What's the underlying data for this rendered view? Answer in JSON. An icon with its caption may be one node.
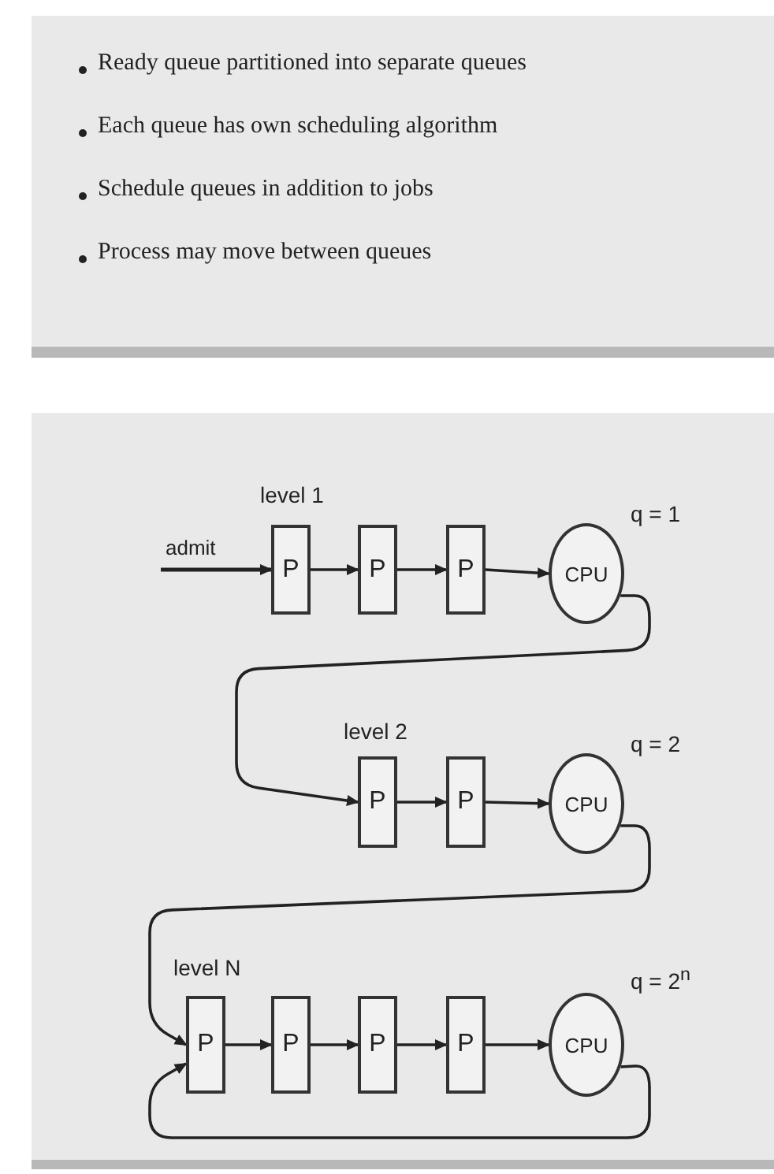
{
  "diagram": {
    "nodes": [
      {
        "text": [
          "Ready queue partitioned into separate queues",
          "Each queue has own scheduling algorithm",
          "Schedule queues in addition to jobs",
          "Process may move between queues"
        ]
      },
      {
        "text": [
          "P"
        ]
      },
      {
        "text": [
          "P"
        ]
      },
      {
        "text": [
          "P"
        ]
      },
      {
        "text": [
          "CPU"
        ]
      },
      {
        "text": [
          "P"
        ]
      },
      {
        "text": [
          "P"
        ]
      },
      {
        "text": [
          "CPU"
        ]
      },
      {
        "text": [
          "P"
        ]
      },
      {
        "text": [
          "P"
        ]
      },
      {
        "text": [
          "P"
        ]
      },
      {
        "text": [
          "P"
        ]
      },
      {
        "text": [
          "CPU"
        ]
      }
    ],
    "edges": [
      {
        "from": null,
        "to": 1,
        "arrow": "to",
        "label": "admit"
      },
      {
        "from": 1,
        "to": 2,
        "arrow": "to"
      },
      {
        "from": 2,
        "to": 3,
        "arrow": "to"
      },
      {
        "from": 3,
        "to": 4,
        "arrow": "to"
      },
      {
        "from": 4,
        "to": 5,
        "arrow": "to"
      },
      {
        "from": 5,
        "to": 6,
        "arrow": "to"
      },
      {
        "from": 6,
        "to": 7,
        "arrow": "to"
      },
      {
        "from": 7,
        "to": 8,
        "arrow": "to"
      },
      {
        "from": 8,
        "to": 9,
        "arrow": "to"
      },
      {
        "from": 9,
        "to": 10,
        "arrow": "to"
      },
      {
        "from": 10,
        "to": 11,
        "arrow": "to"
      },
      {
        "from": 11,
        "to": 12,
        "arrow": "to"
      },
      {
        "from": 12,
        "to": 8,
        "arrow": "to"
      }
    ],
    "labels": [
      "level 1",
      "q = 1",
      "level 2",
      "q = 2",
      "level N",
      "q = 2$^{n}$"
    ]
  }
}
